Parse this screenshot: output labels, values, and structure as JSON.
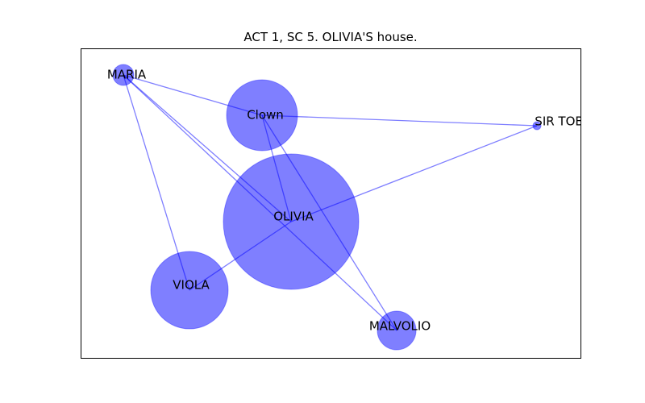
{
  "title": "ACT 1, SC 5. OLIVIA'S house.",
  "colors": {
    "node": "#0000ff",
    "edge": "#0000ff",
    "frame": "#000000"
  },
  "graph": {
    "nodes": [
      {
        "id": "maria",
        "label": "MARIA",
        "weight": 1
      },
      {
        "id": "clown",
        "label": "Clown",
        "weight": 5
      },
      {
        "id": "sirtoby",
        "label": "SIR TOBY BELCH",
        "weight": 0.2
      },
      {
        "id": "olivia",
        "label": "OLIVIA",
        "weight": 16
      },
      {
        "id": "viola",
        "label": "VIOLA",
        "weight": 5.5
      },
      {
        "id": "malvolio",
        "label": "MALVOLIO",
        "weight": 1.4
      }
    ],
    "edges": [
      {
        "source": "maria",
        "target": "clown"
      },
      {
        "source": "maria",
        "target": "olivia"
      },
      {
        "source": "maria",
        "target": "viola"
      },
      {
        "source": "maria",
        "target": "malvolio"
      },
      {
        "source": "clown",
        "target": "sirtoby"
      },
      {
        "source": "clown",
        "target": "olivia"
      },
      {
        "source": "clown",
        "target": "malvolio"
      },
      {
        "source": "olivia",
        "target": "sirtoby"
      },
      {
        "source": "olivia",
        "target": "viola"
      }
    ]
  }
}
